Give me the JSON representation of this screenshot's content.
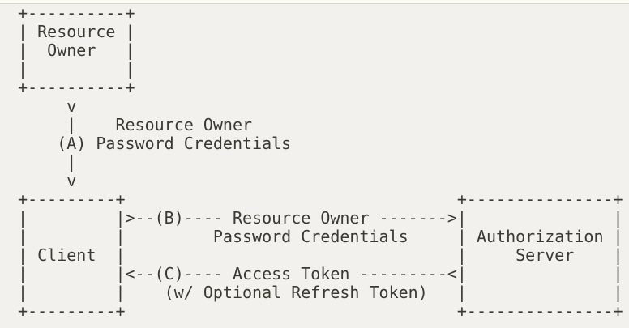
{
  "colors": {
    "page_bg": "#f2f1ed",
    "top_strip": "#fbfbf6",
    "top_strip_line": "#dbd9c6",
    "text": "#3a3a33"
  },
  "diagram": {
    "resource_owner_box": [
      " +----------+",
      " | Resource |",
      " |  Owner   |",
      " |          |",
      " +----------+"
    ],
    "credentials_flow": [
      "      v",
      "      |    Resource Owner",
      "     (A) Password Credentials",
      "      |",
      "      v"
    ],
    "client_server_row": [
      " +---------+                                  +---------------+",
      " |         |>--(B)---- Resource Owner ------->|               |",
      " |         |         Password Credentials     | Authorization |",
      " | Client  |                                  |     Server    |",
      " |         |<--(C)---- Access Token ---------<|               |",
      " |         |    (w/ Optional Refresh Token)   |               |",
      " +---------+                                  +---------------+"
    ]
  }
}
